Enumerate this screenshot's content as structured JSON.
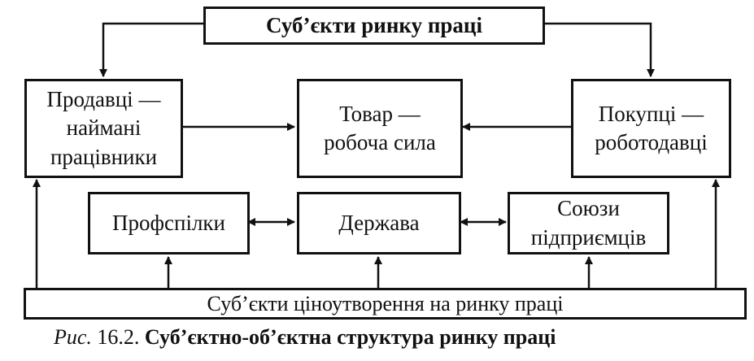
{
  "diagram": {
    "top_box": "Суб’єкти ринку праці",
    "sellers": "Продавці —\nнаймані\nпрацівники",
    "commodity": "Товар —\nробоча сила",
    "buyers": "Покупці —\nроботодавці",
    "unions": "Профспілки",
    "state": "Держава",
    "employers_unions": "Союзи\nпідприємців",
    "bottom_box": "Суб’єкти ціноутворення на ринку праці"
  },
  "caption": {
    "prefix": "Рис.",
    "number": "16.2.",
    "title": "Суб’єктно-об’єктна структура ринку праці"
  },
  "colors": {
    "stroke": "#111111",
    "background": "#ffffff"
  }
}
